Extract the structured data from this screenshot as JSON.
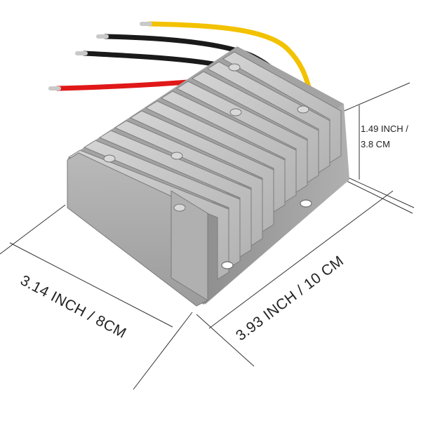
{
  "dimensions": {
    "height_inch": "1.49 INCH /",
    "height_cm": "3.8 CM",
    "width": "3.14 INCH / 8CM",
    "length": "3.93 INCH / 10 CM"
  },
  "colors": {
    "housing": "#a9a9a9",
    "wire_yellow": "#f2c200",
    "wire_black": "#1a1a1a",
    "wire_red": "#e01818"
  }
}
